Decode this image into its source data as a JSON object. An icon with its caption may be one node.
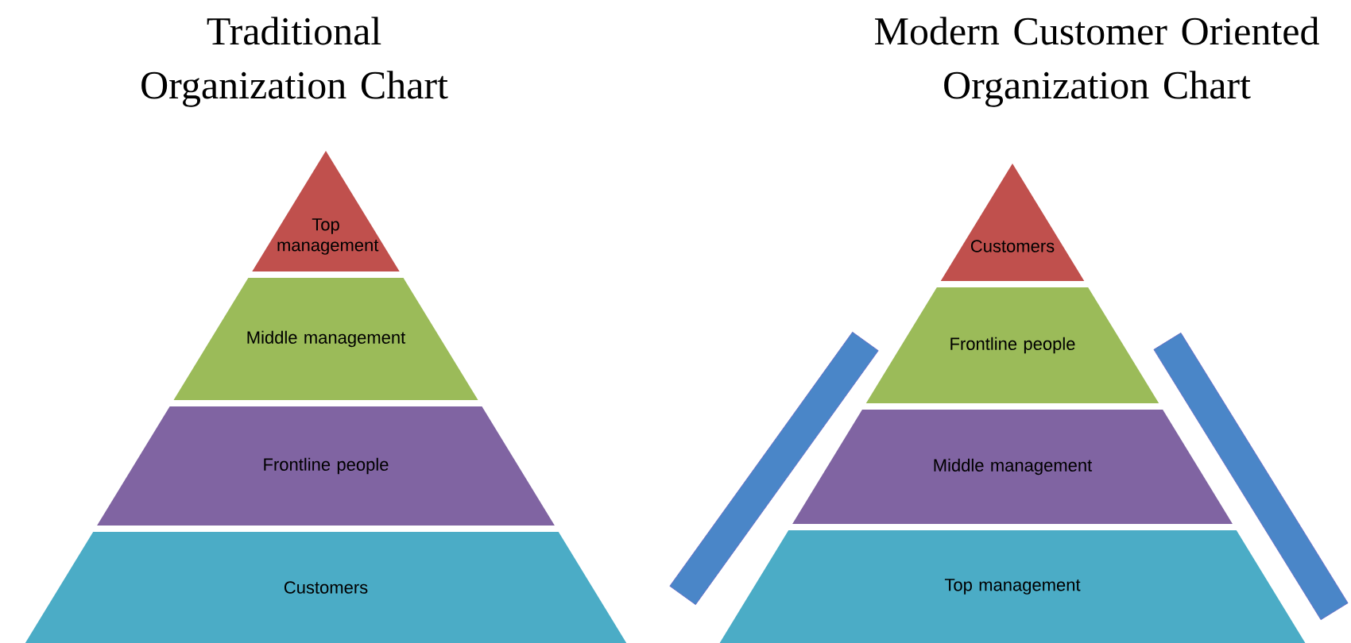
{
  "diagram": {
    "nodes": [
      {
        "text": [
          "Top management"
        ]
      },
      {
        "text": [
          "Middle management"
        ]
      },
      {
        "text": [
          "Frontline people"
        ]
      },
      {
        "text": [
          "Customers"
        ]
      },
      {
        "text": [
          "Customers"
        ]
      },
      {
        "text": [
          "Frontline people"
        ]
      },
      {
        "text": [
          "Middle management"
        ]
      },
      {
        "text": [
          "Top management"
        ]
      },
      {
        "text": [],
        "shape": "bar"
      },
      {
        "text": [],
        "shape": "bar"
      }
    ],
    "labels": [
      "Traditional Organization Chart",
      "Modern Customer Oriented Organization Chart"
    ]
  }
}
